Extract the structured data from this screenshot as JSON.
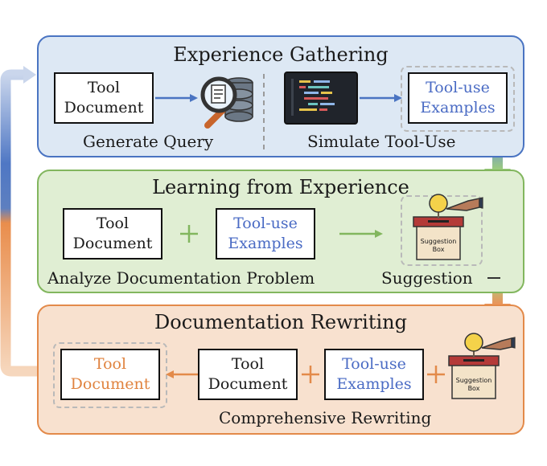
{
  "sections": {
    "gathering": {
      "title": "Experience Gathering",
      "tool_doc": "Tool\nDocument",
      "generate_caption": "Generate Query",
      "simulate_caption": "Simulate Tool-Use",
      "examples": "Tool-use\nExamples"
    },
    "learning": {
      "title": "Learning from Experience",
      "tool_doc": "Tool\nDocument",
      "examples": "Tool-use\nExamples",
      "analyze_caption": "Analyze Documentation Problem",
      "suggestion_caption": "Suggestion",
      "suggestion_box_label": "Suggestion\nBox"
    },
    "rewriting": {
      "title": "Documentation Rewriting",
      "result_doc": "Tool\nDocument",
      "tool_doc": "Tool\nDocument",
      "examples": "Tool-use\nExamples",
      "suggestion_box_label": "Suggestion\nBox",
      "rewrite_caption": "Comprehensive Rewriting"
    }
  },
  "colors": {
    "blue_border": "#4a74c2",
    "green_border": "#82b65e",
    "orange_border": "#e38a4a",
    "blue_text": "#4a6bc4",
    "orange_text": "#e0833f"
  },
  "icons": [
    "magnifier-database-icon",
    "code-editor-icon",
    "suggestion-box-icon",
    "plus-icon",
    "arrow-icon"
  ]
}
